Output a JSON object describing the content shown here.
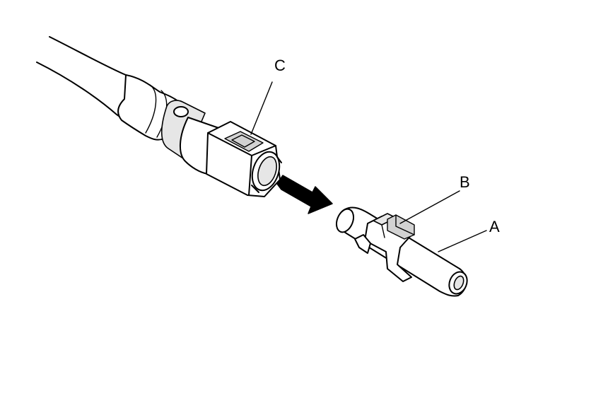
{
  "callouts": {
    "a": "A",
    "b": "B",
    "c": "C"
  }
}
